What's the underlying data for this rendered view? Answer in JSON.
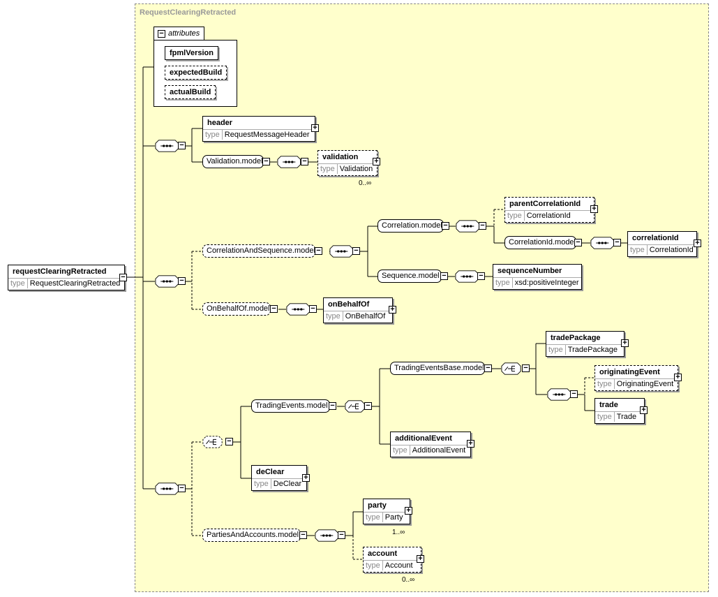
{
  "root": {
    "name": "requestClearingRetracted",
    "type_label": "type",
    "type": "RequestClearingRetracted"
  },
  "complex_title": "RequestClearingRetracted",
  "attributes": {
    "tab_label": "attributes",
    "items": [
      "fpmlVersion",
      "expectedBuild",
      "actualBuild"
    ]
  },
  "groups": {
    "validation_model": "Validation.model",
    "correlation_and_sequence_model": "CorrelationAndSequence.model",
    "correlation_model": "Correlation.model",
    "correlation_id_model": "CorrelationId.model",
    "sequence_model": "Sequence.model",
    "on_behalf_of_model": "OnBehalfOf.model",
    "trading_events_model": "TradingEvents.model",
    "trading_events_base_model": "TradingEventsBase.model",
    "parties_and_accounts_model": "PartiesAndAccounts.model"
  },
  "elements": {
    "header": {
      "name": "header",
      "type_label": "type",
      "type": "RequestMessageHeader"
    },
    "validation": {
      "name": "validation",
      "type_label": "type",
      "type": "Validation",
      "card": "0..∞"
    },
    "parent_correlation_id": {
      "name": "parentCorrelationId",
      "type_label": "type",
      "type": "CorrelationId"
    },
    "correlation_id": {
      "name": "correlationId",
      "type_label": "type",
      "type": "CorrelationId"
    },
    "sequence_number": {
      "name": "sequenceNumber",
      "type_label": "type",
      "type": "xsd:positiveInteger"
    },
    "on_behalf_of": {
      "name": "onBehalfOf",
      "type_label": "type",
      "type": "OnBehalfOf"
    },
    "trade_package": {
      "name": "tradePackage",
      "type_label": "type",
      "type": "TradePackage"
    },
    "originating_event": {
      "name": "originatingEvent",
      "type_label": "type",
      "type": "OriginatingEvent"
    },
    "trade": {
      "name": "trade",
      "type_label": "type",
      "type": "Trade"
    },
    "additional_event": {
      "name": "additionalEvent",
      "type_label": "type",
      "type": "AdditionalEvent"
    },
    "de_clear": {
      "name": "deClear",
      "type_label": "type",
      "type": "DeClear"
    },
    "party": {
      "name": "party",
      "type_label": "type",
      "type": "Party",
      "card": "1..∞"
    },
    "account": {
      "name": "account",
      "type_label": "type",
      "type": "Account",
      "card": "0..∞"
    }
  }
}
